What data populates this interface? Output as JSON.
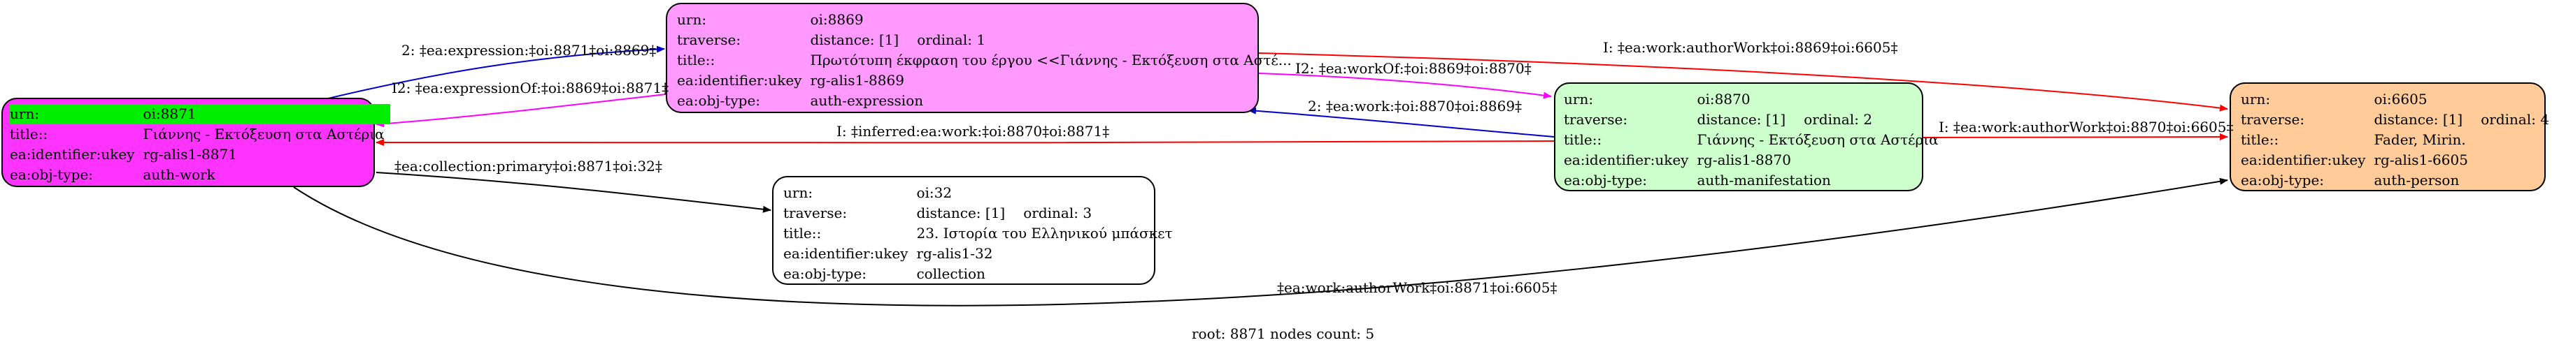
{
  "diagram": {
    "root_label": "root: 8871 nodes count: 5",
    "nodes": {
      "n8871": {
        "fill": "#ff33ff",
        "rows": [
          {
            "k": "urn:",
            "v": "oi:8871",
            "highlight": true
          },
          {
            "k": "title::",
            "v": "Γιάννης - Εκτόξευση στα Αστέρια"
          },
          {
            "k": "ea:identifier:ukey",
            "v": "rg-alis1-8871"
          },
          {
            "k": "ea:obj-type:",
            "v": "auth-work"
          }
        ]
      },
      "n8869": {
        "fill": "#ff99ff",
        "rows": [
          {
            "k": "urn:",
            "v": "oi:8869"
          },
          {
            "k": "traverse:",
            "v": "distance: [1]",
            "extra": "ordinal: 1"
          },
          {
            "k": "title::",
            "v": "Πρωτότυπη έκφραση του έργου <<Γιάννης - Εκτόξευση στα Αστέ..."
          },
          {
            "k": "ea:identifier:ukey",
            "v": "rg-alis1-8869"
          },
          {
            "k": "ea:obj-type:",
            "v": "auth-expression"
          }
        ]
      },
      "n8870": {
        "fill": "#ccffcc",
        "rows": [
          {
            "k": "urn:",
            "v": "oi:8870"
          },
          {
            "k": "traverse:",
            "v": "distance: [1]",
            "extra": "ordinal: 2"
          },
          {
            "k": "title::",
            "v": "Γιάννης - Εκτόξευση στα Αστέρια"
          },
          {
            "k": "ea:identifier:ukey",
            "v": "rg-alis1-8870"
          },
          {
            "k": "ea:obj-type:",
            "v": "auth-manifestation"
          }
        ]
      },
      "n6605": {
        "fill": "#ffcc99",
        "rows": [
          {
            "k": "urn:",
            "v": "oi:6605"
          },
          {
            "k": "traverse:",
            "v": "distance: [1]",
            "extra": "ordinal: 4"
          },
          {
            "k": "title::",
            "v": "Fader, Mirin."
          },
          {
            "k": "ea:identifier:ukey",
            "v": "rg-alis1-6605"
          },
          {
            "k": "ea:obj-type:",
            "v": "auth-person"
          }
        ]
      },
      "n32": {
        "fill": "#ffffff",
        "rows": [
          {
            "k": "urn:",
            "v": "oi:32"
          },
          {
            "k": "traverse:",
            "v": "distance: [1]",
            "extra": "ordinal: 3"
          },
          {
            "k": "title::",
            "v": "23. Ιστορία του Ελληνικού μπάσκετ"
          },
          {
            "k": "ea:identifier:ukey",
            "v": "rg-alis1-32"
          },
          {
            "k": "ea:obj-type:",
            "v": "collection"
          }
        ]
      }
    },
    "edges": {
      "e1": {
        "label": "2: ‡ea:expression:‡oi:8871‡oi:8869‡",
        "color": "#0000cc"
      },
      "e2": {
        "label": "I2: ‡ea:expressionOf:‡oi:8869‡oi:8871‡",
        "color": "#ff00ff"
      },
      "e3": {
        "label": "I: ‡ea:work:authorWork‡oi:8869‡oi:6605‡",
        "color": "#ff0000"
      },
      "e4": {
        "label": "I2: ‡ea:workOf:‡oi:8869‡oi:8870‡",
        "color": "#ff00ff"
      },
      "e5": {
        "label": "2: ‡ea:work:‡oi:8870‡oi:8869‡",
        "color": "#0000cc"
      },
      "e6": {
        "label": "I: ‡inferred:ea:work:‡oi:8870‡oi:8871‡",
        "color": "#ff0000"
      },
      "e7": {
        "label": "I: ‡ea:work:authorWork‡oi:8870‡oi:6605‡",
        "color": "#ff0000"
      },
      "e8": {
        "label": "‡ea:collection:primary‡oi:8871‡oi:32‡",
        "color": "#000000"
      },
      "e9": {
        "label": "‡ea:work:authorWork‡oi:8871‡oi:6605‡",
        "color": "#000000"
      }
    }
  }
}
